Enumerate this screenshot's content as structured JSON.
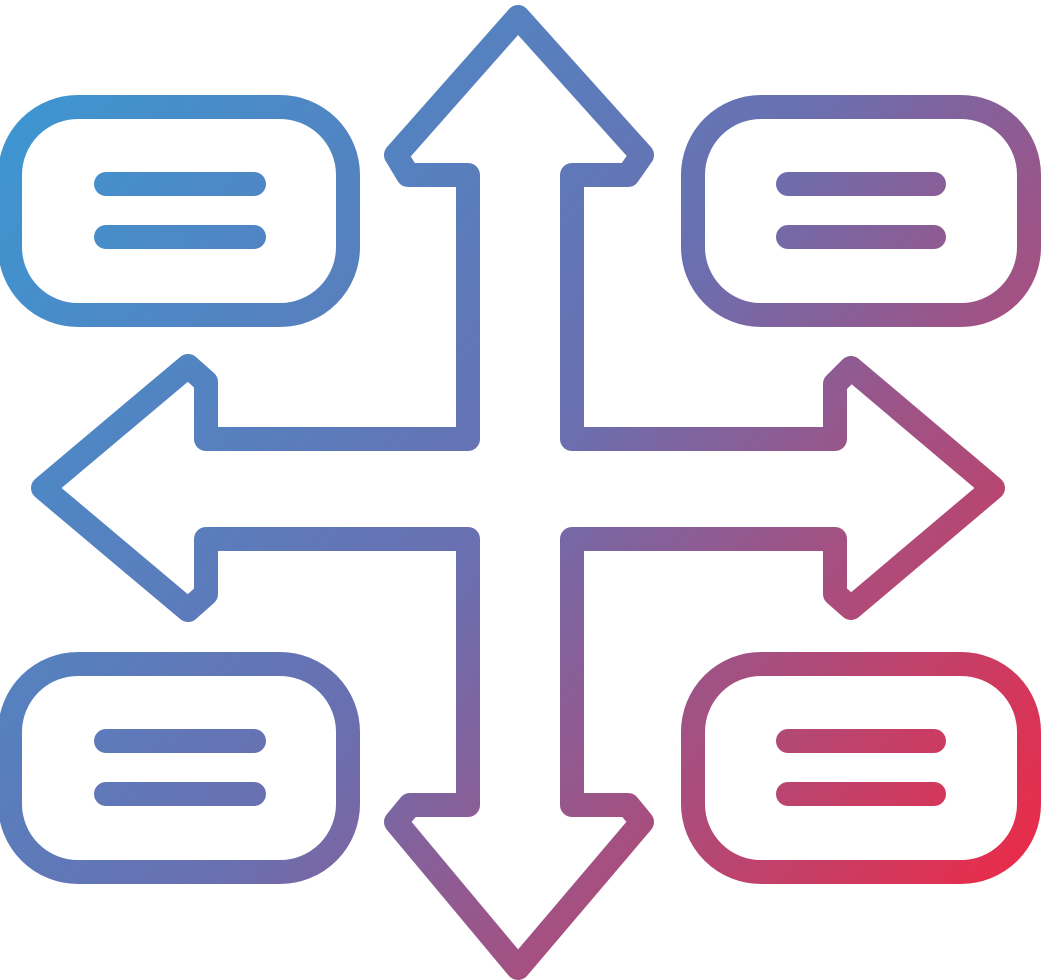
{
  "icon": {
    "name": "four-way-arrows-with-note-boxes-icon",
    "colors": {
      "gradient_start": "#3d96d1",
      "gradient_mid": "#6a6fb0",
      "gradient_end": "#ec2a47",
      "background": "#ffffff"
    },
    "arrows": [
      "up",
      "down",
      "left",
      "right"
    ],
    "note_boxes": [
      "top-left",
      "top-right",
      "bottom-left",
      "bottom-right"
    ]
  }
}
